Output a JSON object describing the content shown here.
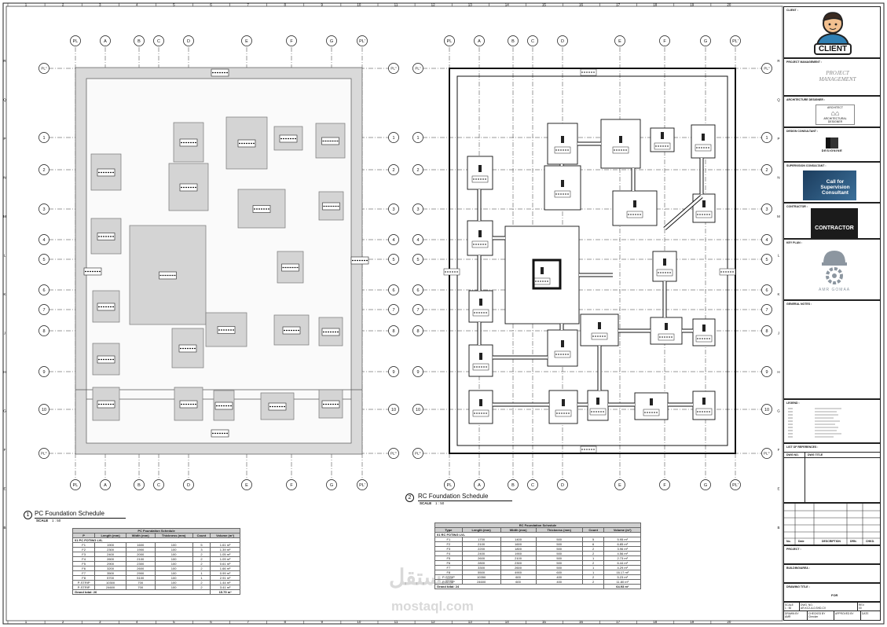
{
  "title_block": {
    "client_label": "CLIENT :",
    "client_badge": "CLIENT",
    "project_management_label": "PROJECT MANAGEMENT :",
    "pm_logo_text": "PROJECT MANAGEMENT",
    "architecture_designer_label": "ARCHITECTURE DESIGNER :",
    "arch_logo_text": "ARCHITECTURAL DESIGNER",
    "arch_logo_top": "ARCHITECT",
    "design_consultant_label": "DESIGN CONSULTANT :",
    "design_logo_text": "DESIGNINE",
    "supervision_label": "SUPERVISION CONSULTANT :",
    "supervision_logo_text": "Call for Supervision Consultant",
    "contractor_label": "CONTRACTOR :",
    "contractor_logo_text": "CONTRACTOR",
    "key_plan_label": "KEY PLAN :",
    "key_plan_logo_text": "AMR GOMAA",
    "general_notes_label": "GENERAL NOTES :",
    "legend_label": "LEGEND :",
    "list_of_references_label": "LIST OF REFERENCES :",
    "ref_col_1": "DWG NO.",
    "ref_col_2": "DWG TITLE",
    "rev_cols": [
      "No.",
      "Date",
      "DESCRIPTION",
      "DRN.",
      "CHKD."
    ],
    "project_label": "PROJECT :",
    "building_label": "BUILDING/AREA :",
    "drawing_title_label": "DRAWING TITLE :",
    "drawing_title": "FOR",
    "scale_label": "SCALE",
    "scale_value": "1 : 50",
    "dwg_no_label": "DWG. NO.",
    "dwg_no_value": "AR-KC2-A-0-SHD-CV",
    "rev_label": "REV.",
    "rev_value": "00",
    "drawn_by_label": "DRAWN BY",
    "drawn_by_value": "AMR",
    "checked_by_label": "CHECKED BY",
    "checked_by_value": "Checker",
    "approved_by_label": "APPROVED BY",
    "date_label": "DATE"
  },
  "grid": {
    "top_numbers": [
      "1",
      "2",
      "3",
      "4",
      "5",
      "6",
      "7",
      "8",
      "9",
      "10",
      "11",
      "12",
      "13",
      "14",
      "15",
      "16",
      "17",
      "18",
      "19",
      "20"
    ],
    "side_letters": [
      "R",
      "Q",
      "P",
      "N",
      "M",
      "L",
      "K",
      "J",
      "H",
      "G",
      "F",
      "E",
      "B"
    ],
    "col_labels": [
      "PL",
      "A",
      "B",
      "C",
      "D",
      "E",
      "F",
      "G",
      "PL'"
    ],
    "row_labels": [
      "1",
      "2",
      "3",
      "4",
      "5",
      "6",
      "7",
      "8",
      "9",
      "10"
    ],
    "top_pl_label": "PL''",
    "bottom_pl_label": "PL'''"
  },
  "views": [
    {
      "number": "1",
      "title": "PC Foundation Schedule",
      "scale_label": "SCALE",
      "scale_value": "1 : 50"
    },
    {
      "number": "2",
      "title": "RC Foundation Schedule",
      "scale_label": "SCALE",
      "scale_value": "1 : 50"
    }
  ],
  "pc_schedule": {
    "title": "PC Foundation Schedule",
    "headers": [
      "P",
      "Length (mm)",
      "Width (mm)",
      "Thickness (mm)",
      "Count",
      "Volume (m³)"
    ],
    "group": "01 PC FOTING LVL",
    "rows": [
      [
        "F1",
        "1900",
        "1600",
        "100",
        "5",
        "1.61 m³"
      ],
      [
        "F2",
        "2300",
        "1900",
        "100",
        "3",
        "1.39 m³"
      ],
      [
        "F3",
        "2400",
        "2000",
        "100",
        "2",
        "1.05 m³"
      ],
      [
        "F4",
        "2600",
        "2100",
        "100",
        "2",
        "1.09 m³"
      ],
      [
        "F5",
        "2900",
        "2300",
        "100",
        "2",
        "0.61 m³"
      ],
      [
        "F6",
        "3200",
        "2600",
        "100",
        "2",
        "1.66 m³"
      ],
      [
        "F7",
        "3500",
        "2900",
        "100",
        "1",
        "0.99 m³"
      ],
      [
        "F8",
        "5700",
        "5100",
        "100",
        "1",
        "2.91 m³"
      ],
      [
        "P-STRIP",
        "10300",
        "700",
        "100",
        "2",
        "1.44 m³"
      ],
      [
        "P-STRIP",
        "24600",
        "700",
        "100",
        "2",
        "3.41 m³"
      ]
    ],
    "total_label": "Grand total: 26",
    "total_value": "15.79 m³"
  },
  "rc_schedule": {
    "title": "RC Foundation Schedule",
    "headers": [
      "Type",
      "Length (mm)",
      "Width (mm)",
      "Thickness (mm)",
      "Count",
      "Volume (m³)"
    ],
    "group": "01 RC FOTING LVL",
    "rows": [
      [
        "F1",
        "1700",
        "1400",
        "500",
        "5",
        "5.95 m³"
      ],
      [
        "F2",
        "2100",
        "1600",
        "500",
        "6",
        "6.85 m³"
      ],
      [
        "F3",
        "2200",
        "1800",
        "500",
        "2",
        "3.96 m³"
      ],
      [
        "F4",
        "2400",
        "1900",
        "500",
        "2",
        "4.56 m³"
      ],
      [
        "F5",
        "2600",
        "2100",
        "500",
        "1",
        "2.73 m³"
      ],
      [
        "F6",
        "2800",
        "2300",
        "500",
        "2",
        "6.44 m³"
      ],
      [
        "F7",
        "3300",
        "2600",
        "500",
        "1",
        "4.29 m³"
      ],
      [
        "F8",
        "5500",
        "4900",
        "600",
        "1",
        "16.17 m³"
      ],
      [
        "P-STRIP",
        "10350",
        "600",
        "400",
        "2",
        "5.23 m³"
      ],
      [
        "P-STRIP",
        "24600",
        "600",
        "400",
        "2",
        "11.80 m³"
      ]
    ],
    "total_label": "Grand total: 24",
    "total_value": "64.93 m³"
  },
  "watermark": {
    "arabic": "مستقل",
    "latin": "mostaql.com"
  }
}
